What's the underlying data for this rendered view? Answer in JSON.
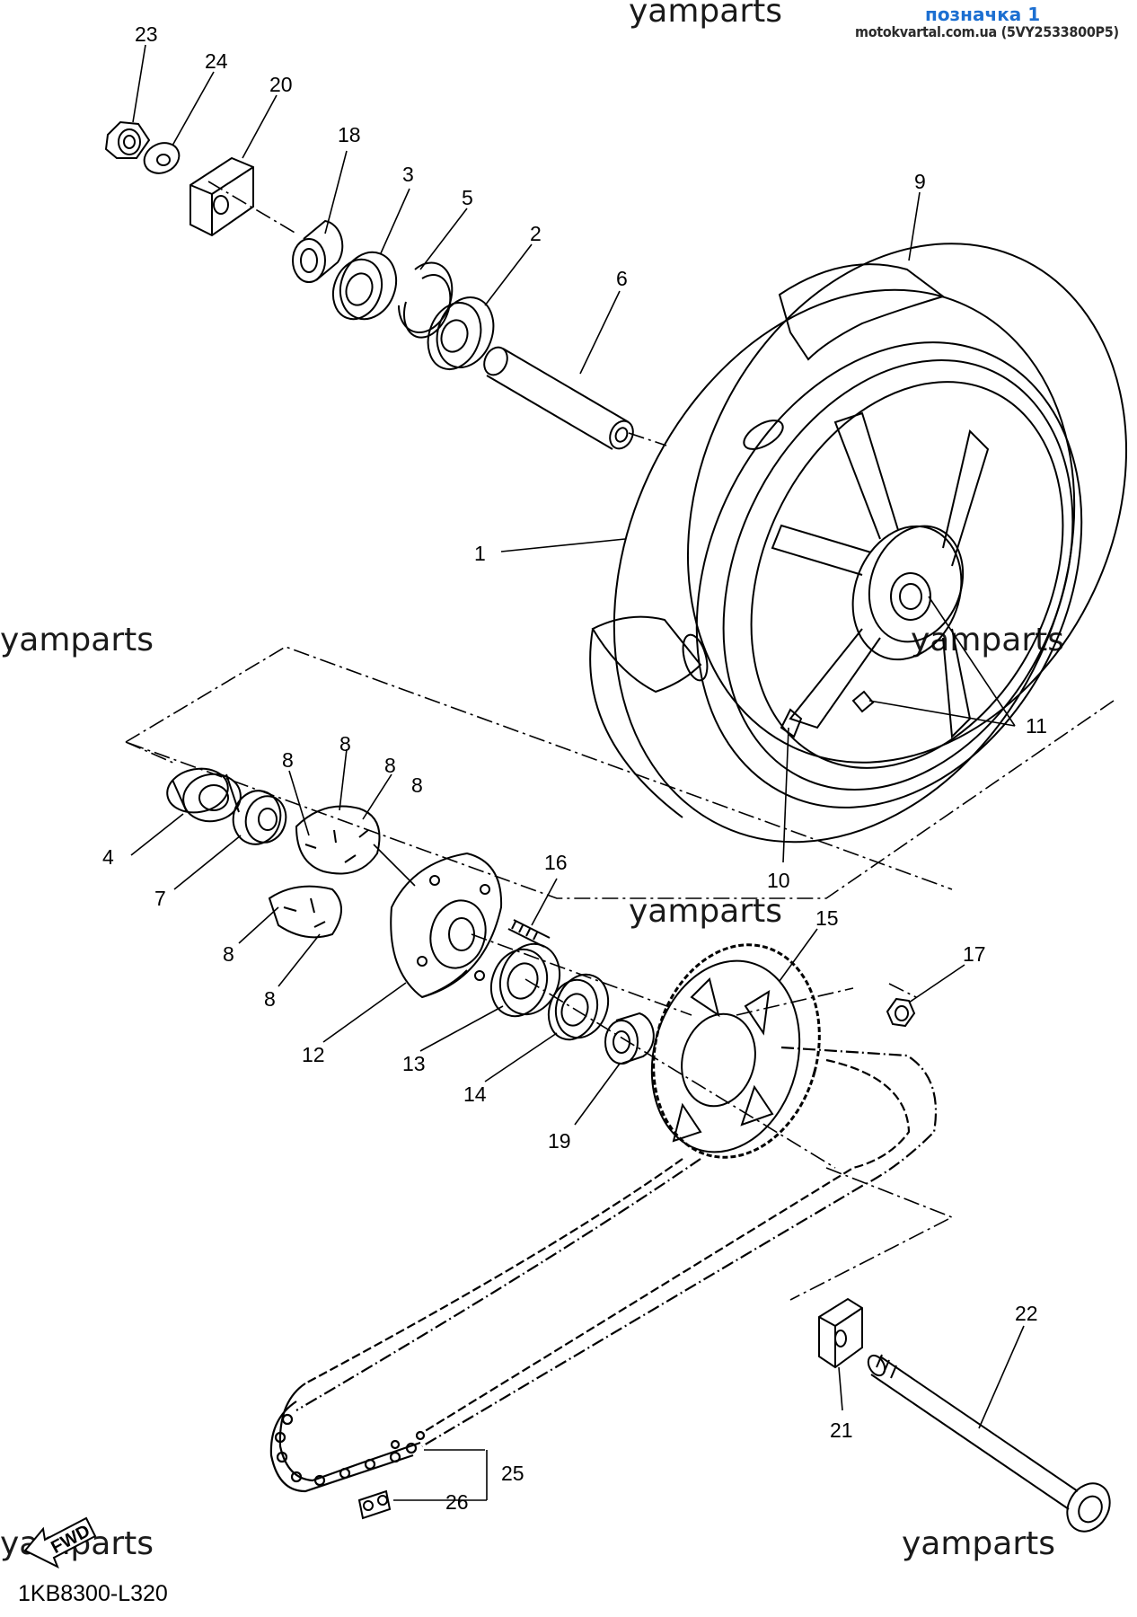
{
  "header": {
    "title": "позначка 1",
    "site": "motokvartal.com.ua (5VY2533800P5)"
  },
  "watermarks": [
    "yamparts",
    "yamparts",
    "yamparts",
    "yamparts",
    "yamparts",
    "yamparts"
  ],
  "diagram_code": "1KB8300-L320",
  "fwd_label": "FWD",
  "callouts": [
    "23",
    "24",
    "20",
    "18",
    "3",
    "5",
    "2",
    "6",
    "9",
    "1",
    "11",
    "10",
    "4",
    "7",
    "8",
    "8",
    "8",
    "8",
    "8",
    "8",
    "16",
    "15",
    "17",
    "12",
    "13",
    "14",
    "19",
    "21",
    "22",
    "25",
    "26"
  ],
  "colors": {
    "line": "#000000",
    "brand": "#1c6fd1"
  }
}
